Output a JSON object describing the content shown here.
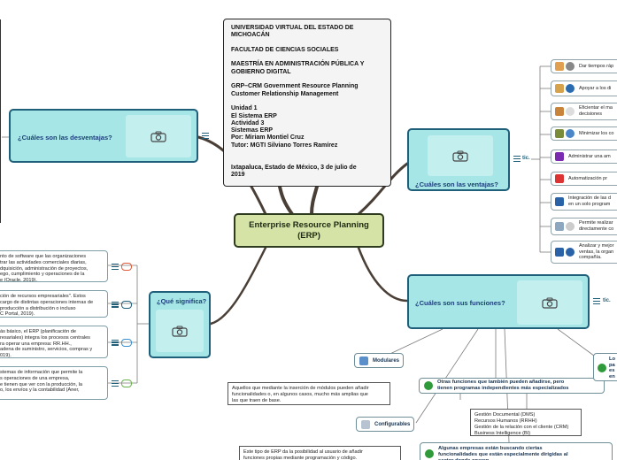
{
  "central": {
    "title": "Enterprise Resource Planning (ERP)"
  },
  "info_box": {
    "lines": [
      "UNIVERSIDAD VIRTUAL DEL ESTADO DE",
      "MICHOACÁN",
      "",
      "FACULTAD DE CIENCIAS SOCIALES",
      "",
      "MAESTRÍA EN ADMINISTRACIÓN PÚBLICA Y",
      "GOBIERNO DIGITAL",
      "",
      "GRP–CRM Government Resource Planning",
      "Customer Relationship Management",
      "",
      "Unidad 1",
      "El Sistema ERP",
      "Actividad 3",
      "Sistemas ERP",
      "Por: Miriam Montiel Cruz",
      "Tutor: MGTI Silviano Torres Ramírez",
      "",
      "",
      "Ixtapaluca, Estado de México, 3 de julio de",
      "2019"
    ]
  },
  "topics": {
    "desventajas": "¿Cuáles son las desventajas?",
    "ventajas": "¿Cuáles son las ventajas?",
    "significa": "¿Qué significa?",
    "funciones": "¿Cuáles son sus funciones?"
  },
  "tags": {
    "tic": "tic.",
    "tic2": "tic."
  },
  "ventajas_items": [
    "Dar tiempos ráp",
    "Apoyar a los di",
    "Eficientar el ma|decisiones",
    "Minimizar los co",
    "Administrar una am",
    "Automatización pr",
    "Integración de las d|en un solo program",
    "Permite realizar|directamente co",
    "Analizar y mejor|ventas, la organ|compañía."
  ],
  "significa_items": [
    "nto de software que las organizaciones|trar las actividades comerciales diarias,|dquisición, administración de proyectos,|ego, cumplimiento y operaciones de la|e (Oracle, 2019).",
    "ción de recursos empresariales\". Estos|cargo de distintas operaciones internas de|producción a distribución o incluso|C Portal, 2019).",
    "ás básico, el ERP (planificación de|resariales) integra los procesos centrales|ra operar una empresa: RR.HH.,|adena de suministro, servicios, compras y|019).",
    "stemas de información que permite la|s operaciones de una empresa,|e tienen que ver con la producción, la|o, los envíos y la contabilidad (Aner,"
  ],
  "funciones": {
    "modulares": {
      "label": "Modulares",
      "note": "Aquellos que mediante la inserción de módulos pueden añadir|funcionalidades o, en algunos casos, mucho más amplias que|las que traen de base."
    },
    "configurables": {
      "label": "Configurables",
      "note": "Este tipo de ERP da la posibilidad al usuario de añadir|funciones propias mediante programación y código."
    },
    "otras": {
      "label": "Otras funciones que también pueden añadirse, pero|tienen programas independientes más especializados",
      "list": "Gestión Documental (DMS)|Recursos Humanos (RRHH)|Gestión de la relación con el cliente (CRM)|Business Intelligence (BI)"
    },
    "algunas": {
      "label": "Algunas empresas están buscando ciertas|funcionalidades que están especialmente dirigidas al|sector donde operan."
    },
    "right_cut": {
      "label": "Lo|pa|es|en"
    }
  },
  "colors": {
    "topic_fill": "#a6e6e6",
    "topic_border": "#1f5f7a",
    "central_fill": "#d6e3a6",
    "link": "#4a3f36"
  }
}
